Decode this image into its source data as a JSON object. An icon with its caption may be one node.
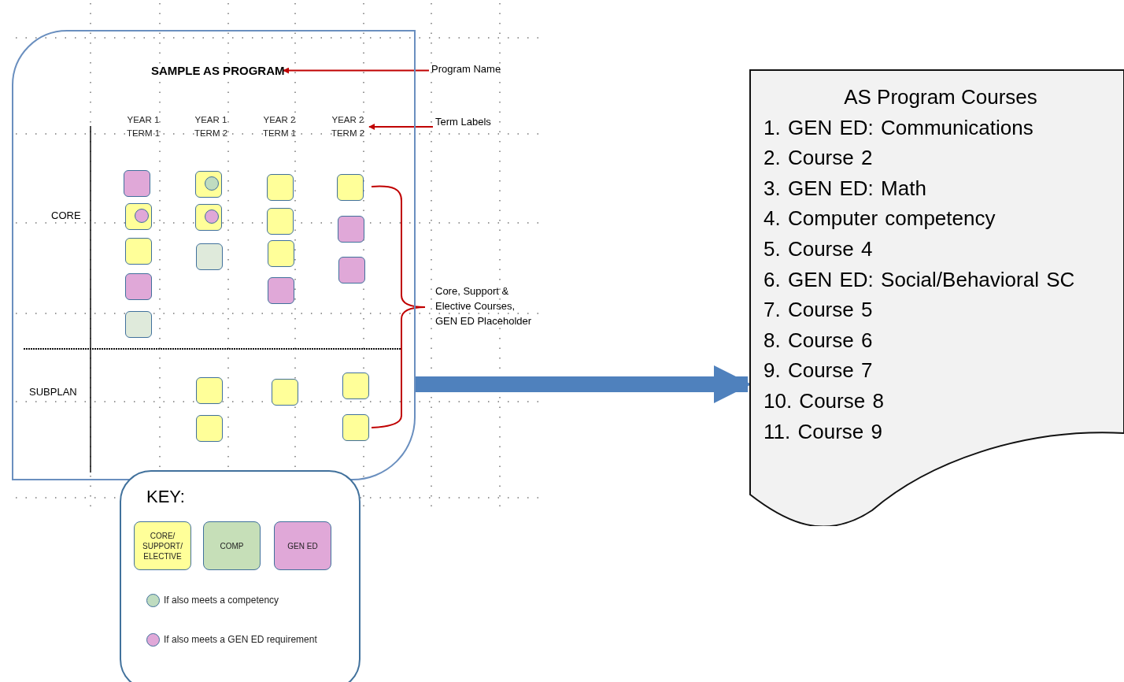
{
  "diagram": {
    "nodes": [
      {
        "text": [],
        "shape": "box"
      },
      {
        "text": [
          "SAMPLE AS PROGRAM"
        ],
        "in": 0
      },
      {
        "text": [
          "Program Name"
        ]
      },
      {
        "text": [
          "YEAR 1 TERM 1"
        ],
        "in": 0
      },
      {
        "text": [
          "YEAR 1 TERM 2"
        ],
        "in": 0
      },
      {
        "text": [
          "YEAR 2 TERM 1"
        ],
        "in": 0
      },
      {
        "text": [
          "YEAR 2 TERM 2"
        ],
        "in": 0
      },
      {
        "text": [
          "Term Labels"
        ]
      },
      {
        "text": [],
        "shape": "box",
        "in": 0
      },
      {
        "text": [],
        "shape": "box",
        "in": 0
      },
      {
        "text": [],
        "shape": "box",
        "in": 0
      },
      {
        "text": [],
        "shape": "box",
        "in": 0
      },
      {
        "text": [],
        "shape": "box",
        "in": 0
      },
      {
        "text": [],
        "shape": "box",
        "in": 0
      },
      {
        "text": [],
        "shape": "box",
        "in": 0
      },
      {
        "text": [],
        "shape": "box",
        "in": 0
      },
      {
        "text": [],
        "shape": "box",
        "in": 0
      },
      {
        "text": [],
        "shape": "box",
        "in": 0
      },
      {
        "text": [],
        "shape": "box",
        "in": 0
      },
      {
        "text": [],
        "shape": "box",
        "in": 0
      },
      {
        "text": [],
        "shape": "box",
        "in": 0
      },
      {
        "text": [],
        "shape": "box",
        "in": 0
      },
      {
        "text": [],
        "shape": "box",
        "in": 0
      },
      {
        "text": [],
        "shape": "box",
        "in": 0
      },
      {
        "text": [],
        "shape": "box",
        "in": 0
      },
      {
        "text": [],
        "shape": "box",
        "in": 0
      },
      {
        "text": [],
        "shape": "box",
        "in": 0
      },
      {
        "text": [],
        "shape": "box",
        "in": 0
      },
      {
        "text": [
          "AS Program Courses",
          "1. GEN ED: Communications",
          "2. Course 2",
          "3. GEN ED: Math",
          "4. Computer competency",
          "5. Course 4",
          "6. GEN ED: Social/Behavioral SC",
          "7. Course 5",
          "8. Course 6",
          "9. Course 7",
          "10. Course 8",
          "11. Course 9"
        ]
      }
    ],
    "edges": [
      {
        "from": 2,
        "to": 1,
        "arrow": "to",
        "color": "#c00000"
      },
      {
        "from": 7,
        "to": 6,
        "arrow": "to",
        "color": "#c00000"
      },
      {
        "from": 0,
        "to": 28,
        "arrow": "to",
        "style": "thick",
        "color": "#4f81bd"
      }
    ],
    "labels": [
      "CORE",
      "Core, Support & Elective Courses, GEN ED Placeholder",
      "SUBPLAN",
      "KEY:"
    ],
    "legend": [
      {
        "text": "CORE/ SUPPORT/ ELECTIVE",
        "color": "#ffff99"
      },
      {
        "text": "COMP",
        "color": "#c6dfb8"
      },
      {
        "text": "GEN ED",
        "color": "#e0a8d8"
      },
      {
        "text": "If also meets a competency",
        "color": "#bfdcc0"
      },
      {
        "text": "If also meets a GEN ED requirement",
        "color": "#e0a8d8"
      }
    ]
  }
}
